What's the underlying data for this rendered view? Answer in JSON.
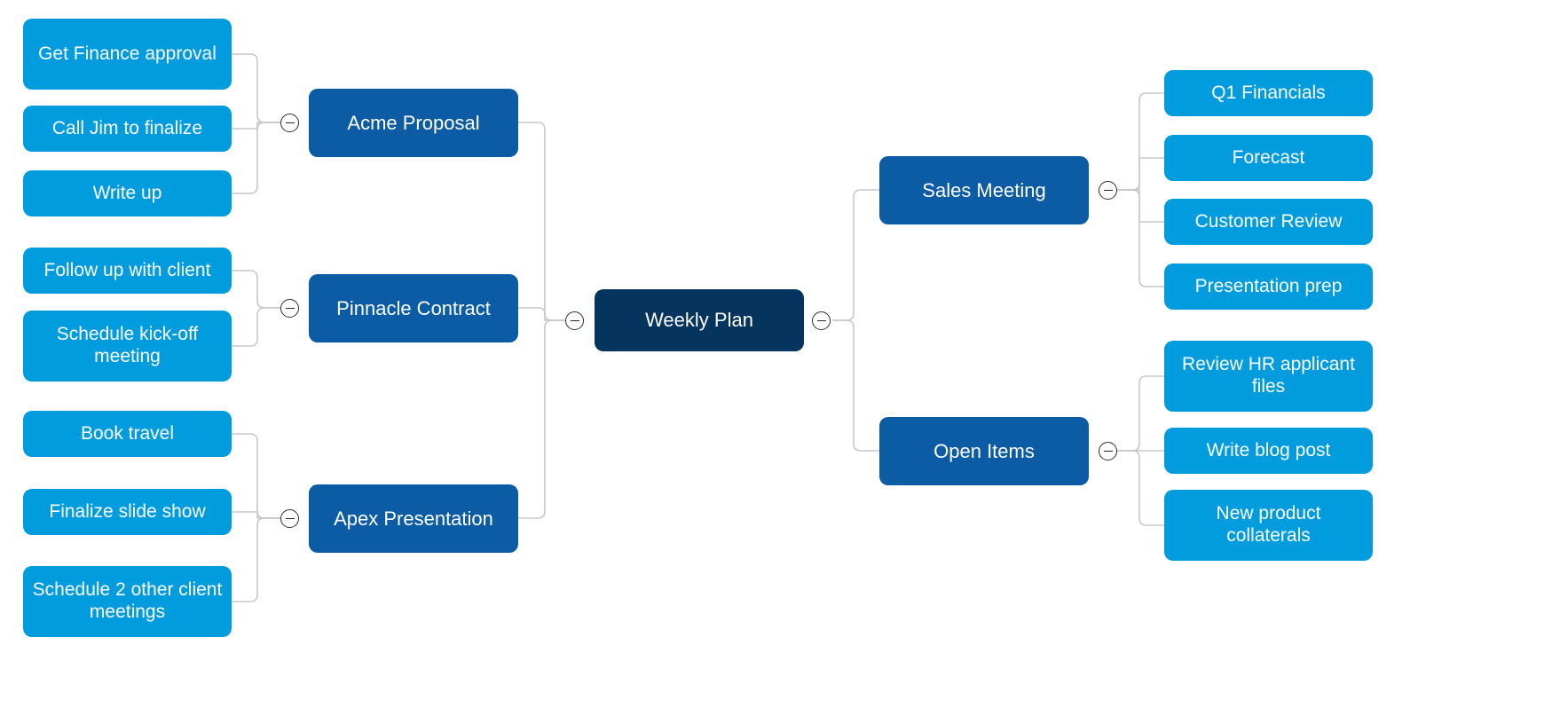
{
  "diagram": {
    "type": "mind-map",
    "orientation": "horizontal-bidirectional",
    "background": "#ffffff",
    "colors": {
      "root": "#05345F",
      "branch": "#0B5CA5",
      "leaf": "#009CDE",
      "connector": "#c8c8c8",
      "toggle_stroke": "#2b2b2b",
      "node_text": "#ffffff"
    }
  },
  "root": {
    "label": "Weekly Plan",
    "toggle_left": "minus",
    "toggle_right": "minus"
  },
  "left_branches": [
    {
      "label": "Acme Proposal",
      "toggle": "minus",
      "children": [
        {
          "label": "Get Finance approval"
        },
        {
          "label": "Call Jim to finalize"
        },
        {
          "label": "Write up"
        }
      ]
    },
    {
      "label": "Pinnacle Contract",
      "toggle": "minus",
      "children": [
        {
          "label": "Follow up with client"
        },
        {
          "label": "Schedule kick-off meeting"
        }
      ]
    },
    {
      "label": "Apex Presentation",
      "toggle": "minus",
      "children": [
        {
          "label": "Book travel"
        },
        {
          "label": "Finalize slide show"
        },
        {
          "label": "Schedule 2 other client meetings"
        }
      ]
    }
  ],
  "right_branches": [
    {
      "label": "Sales Meeting",
      "toggle": "minus",
      "children": [
        {
          "label": "Q1 Financials"
        },
        {
          "label": "Forecast"
        },
        {
          "label": "Customer Review"
        },
        {
          "label": "Presentation prep"
        }
      ]
    },
    {
      "label": "Open Items",
      "toggle": "minus",
      "children": [
        {
          "label": "Review HR applicant files"
        },
        {
          "label": "Write blog post"
        },
        {
          "label": "New product collaterals"
        }
      ]
    }
  ]
}
